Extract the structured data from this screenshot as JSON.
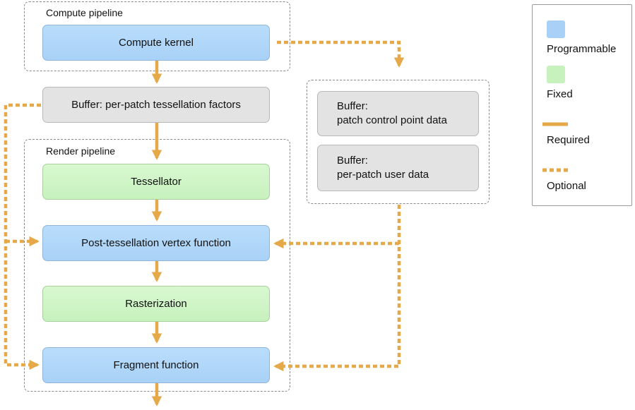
{
  "groups": {
    "compute": "Compute pipeline",
    "render": "Render pipeline"
  },
  "boxes": {
    "compute_kernel": "Compute kernel",
    "tess_factors": "Buffer: per-patch tessellation factors",
    "tessellator": "Tessellator",
    "post_tess_vertex": "Post-tessellation vertex function",
    "rasterization": "Rasterization",
    "fragment": "Fragment function",
    "control_point_line1": "Buffer:",
    "control_point_line2": "patch control point data",
    "user_data_line1": "Buffer:",
    "user_data_line2": "per-patch user data"
  },
  "legend": {
    "programmable": "Programmable",
    "fixed": "Fixed",
    "required": "Required",
    "optional": "Optional"
  },
  "colors": {
    "programmable": "#a9d1f7",
    "fixed": "#c7f1bd",
    "buffer": "#e3e3e3",
    "arrow": "#e6a94a"
  },
  "icons": {
    "required": "solid-arrow",
    "optional": "dashed-arrow"
  }
}
